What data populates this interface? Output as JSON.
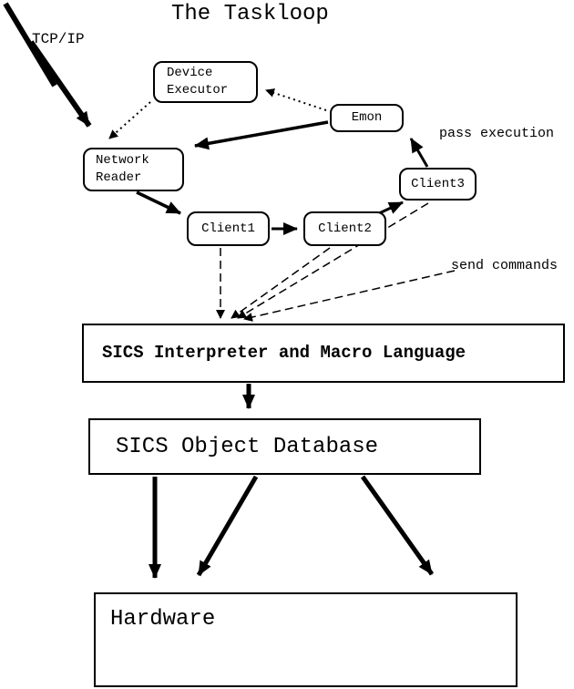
{
  "diagram": {
    "title": "The Taskloop",
    "labels": {
      "tcpip": "TCP/IP",
      "pass_execution": "pass execution",
      "send_commands": "send commands"
    },
    "nodes": {
      "device_executor": {
        "line1": "Device",
        "line2": "Executor"
      },
      "emon": {
        "label": "Emon"
      },
      "network_reader": {
        "line1": "Network",
        "line2": "Reader"
      },
      "client1": {
        "label": "Client1"
      },
      "client2": {
        "label": "Client2"
      },
      "client3": {
        "label": "Client3"
      },
      "interpreter": {
        "label": "SICS Interpreter and Macro Language"
      },
      "database": {
        "label": "SICS Object Database"
      },
      "hardware": {
        "label": "Hardware"
      }
    },
    "edges": [
      {
        "from": "tcpip",
        "to": "network_reader",
        "style": "thick-zigzag"
      },
      {
        "from": "emon",
        "to": "device_executor",
        "style": "dotted"
      },
      {
        "from": "device_executor",
        "to": "network_reader",
        "style": "dotted"
      },
      {
        "from": "emon",
        "to": "network_reader",
        "style": "solid"
      },
      {
        "from": "network_reader",
        "to": "client1",
        "style": "solid"
      },
      {
        "from": "client1",
        "to": "client2",
        "style": "solid"
      },
      {
        "from": "client2",
        "to": "client3",
        "style": "solid"
      },
      {
        "from": "client3",
        "to": "emon",
        "style": "solid",
        "label": "pass execution"
      },
      {
        "from": "client1",
        "to": "interpreter",
        "style": "dashed",
        "label": "send commands"
      },
      {
        "from": "client2",
        "to": "interpreter",
        "style": "dashed",
        "label": "send commands"
      },
      {
        "from": "client3",
        "to": "interpreter",
        "style": "dashed",
        "label": "send commands"
      },
      {
        "from": "interpreter",
        "to": "database",
        "style": "thick"
      },
      {
        "from": "database",
        "to": "hardware",
        "style": "thick"
      }
    ],
    "colors": {
      "line": "#000000",
      "background": "#ffffff",
      "text": "#000000"
    }
  }
}
